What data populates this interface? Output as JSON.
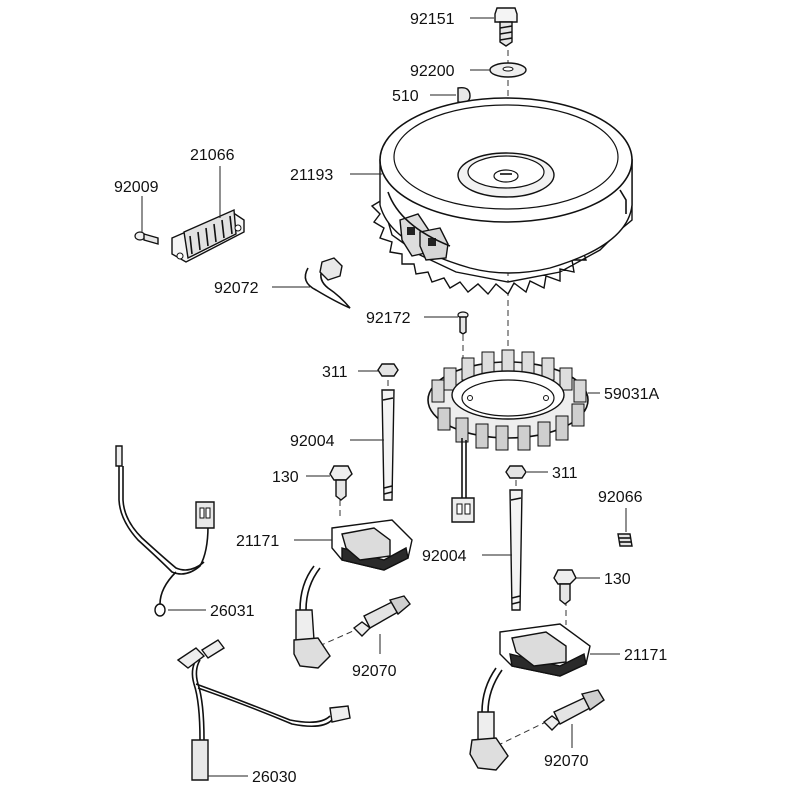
{
  "parts": {
    "p92151": "92151",
    "p92200": "92200",
    "p510": "510",
    "p21066": "21066",
    "p92009": "92009",
    "p21193": "21193",
    "p92072": "92072",
    "p92172": "92172",
    "p311_left": "311",
    "p59031A": "59031A",
    "p92004_left": "92004",
    "p130_left": "130",
    "p311_right": "311",
    "p92066": "92066",
    "p21171_left": "21171",
    "p92004_right": "92004",
    "p130_right": "130",
    "p26031": "26031",
    "p92070_left": "92070",
    "p21171_right": "21171",
    "p26030": "26030",
    "p92070_right": "92070"
  }
}
